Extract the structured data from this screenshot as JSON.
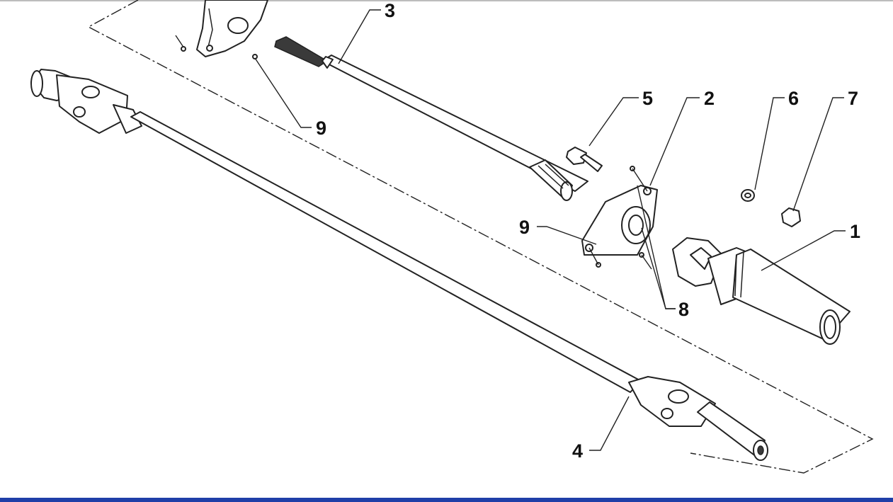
{
  "callouts": [
    {
      "id": "3",
      "label": "3"
    },
    {
      "id": "5",
      "label": "5"
    },
    {
      "id": "2",
      "label": "2"
    },
    {
      "id": "6",
      "label": "6"
    },
    {
      "id": "7",
      "label": "7"
    },
    {
      "id": "1",
      "label": "1"
    },
    {
      "id": "9a",
      "label": "9"
    },
    {
      "id": "9b",
      "label": "9"
    },
    {
      "id": "8",
      "label": "8"
    },
    {
      "id": "4",
      "label": "4"
    }
  ],
  "colors": {
    "line": "#222222",
    "bottom_rule": "#1f3fa8",
    "background": "#ffffff"
  }
}
